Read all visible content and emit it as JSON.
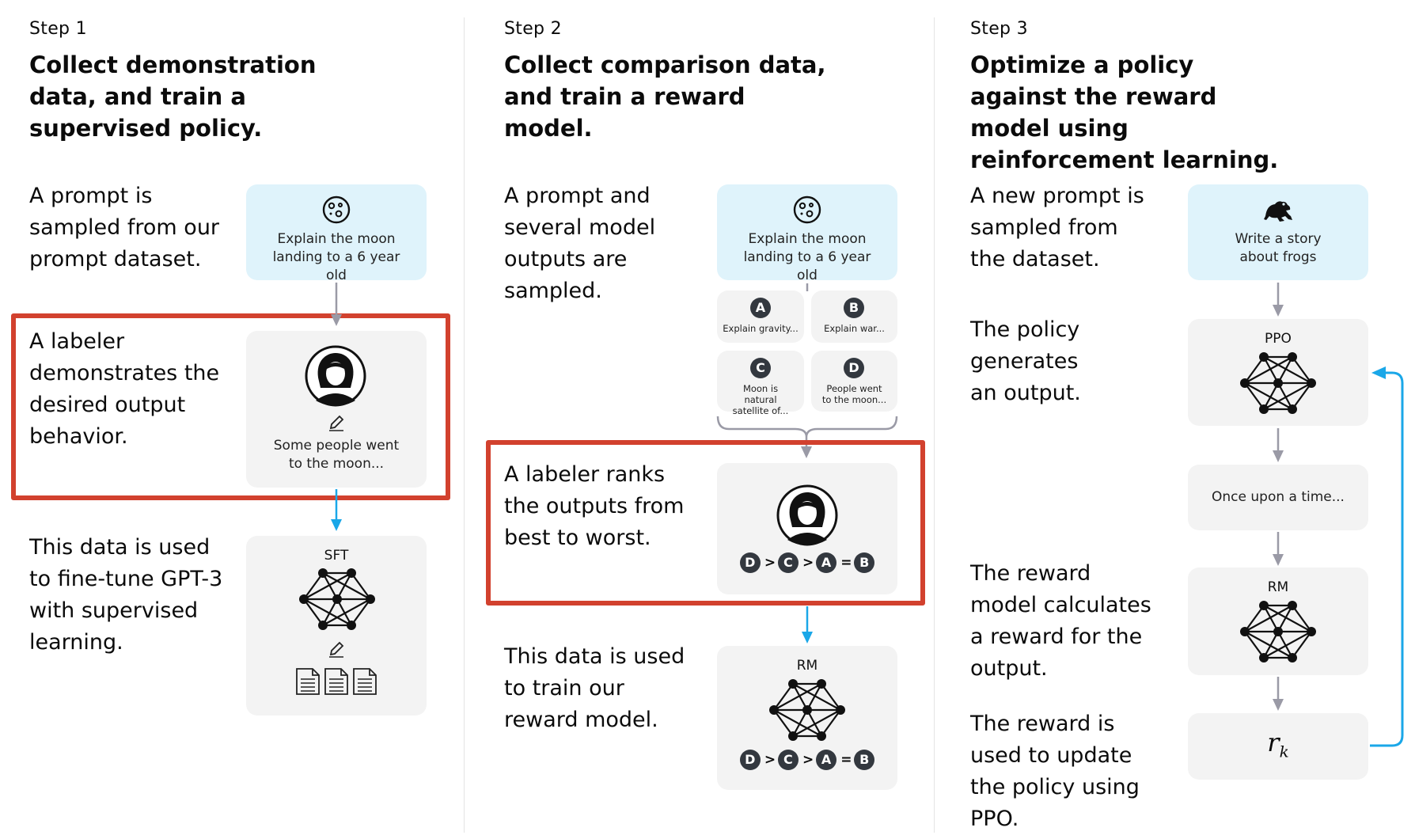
{
  "step1": {
    "label": "Step 1",
    "title": "Collect demonstration data, and train a supervised policy.",
    "para1": "A prompt is sampled from our prompt dataset.",
    "prompt_box": "Explain the moon landing to a 6 year old",
    "para2": "A labeler demonstrates the desired output behavior.",
    "labeler_box": "Some people went to the moon...",
    "para3": "This data is used to fine-tune GPT-3 with supervised learning.",
    "model_label": "SFT"
  },
  "step2": {
    "label": "Step 2",
    "title": "Collect comparison data, and train a reward model.",
    "para1": "A prompt and several model outputs are sampled.",
    "prompt_box": "Explain the moon landing to a 6 year old",
    "outputs": [
      {
        "letter": "A",
        "text": "Explain gravity..."
      },
      {
        "letter": "B",
        "text": "Explain war..."
      },
      {
        "letter": "C",
        "text": "Moon is natural satellite of..."
      },
      {
        "letter": "D",
        "text": "People went to the moon..."
      }
    ],
    "para2": "A labeler ranks the outputs from best to worst.",
    "ranking": [
      "D",
      ">",
      "C",
      ">",
      "A",
      "=",
      "B"
    ],
    "para3": "This data is used to train our reward model.",
    "model_label": "RM"
  },
  "step3": {
    "label": "Step 3",
    "title": "Optimize a policy against the reward model using reinforcement learning.",
    "para1": "A new prompt is sampled from the dataset.",
    "prompt_box": "Write a story about frogs",
    "para2": "The policy generates an output.",
    "policy_label": "PPO",
    "output_box": "Once upon a time...",
    "para3": "The reward model calculates a reward for the output.",
    "rm_label": "RM",
    "para4": "The reward is used to update the policy using PPO.",
    "reward_symbol": "r",
    "reward_subscript": "k"
  },
  "colors": {
    "highlight": "#d2412e",
    "blue_arrow": "#1aa7e8",
    "gray_arrow": "#9a9aa6",
    "prompt_bg": "#dff3fb",
    "card_bg": "#f3f3f3",
    "badge_bg": "#33383f"
  }
}
